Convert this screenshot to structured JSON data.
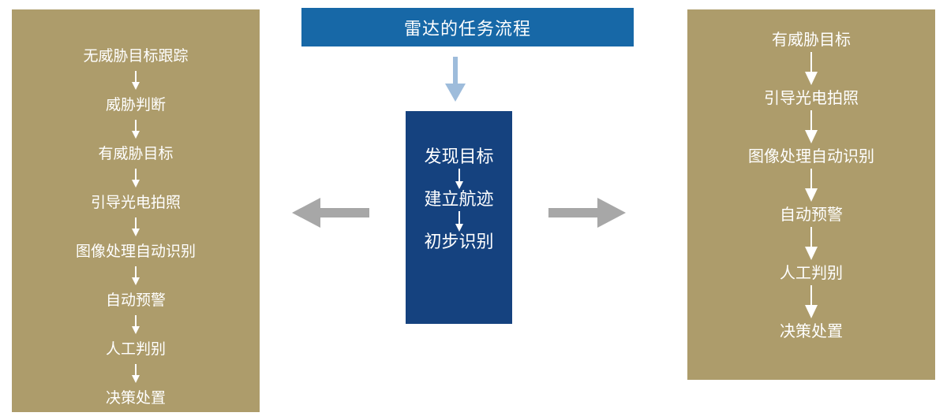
{
  "title": "雷达的任务流程",
  "center": {
    "steps": [
      "发现目标",
      "建立航迹",
      "初步识别"
    ]
  },
  "left_panel": {
    "steps": [
      "无威胁目标跟踪",
      "威胁判断",
      "有威胁目标",
      "引导光电拍照",
      "图像处理自动识别",
      "自动预警",
      "人工判别",
      "决策处置"
    ]
  },
  "right_panel": {
    "steps": [
      "有威胁目标",
      "引导光电拍照",
      "图像处理自动识别",
      "自动预警",
      "人工判别",
      "决策处置"
    ]
  },
  "colors": {
    "title_bg": "#1768a7",
    "center_bg": "#15427f",
    "panel_bg": "#ad9c6b",
    "down_arrow": "#9ebcdb",
    "side_arrow": "#a7a7a7"
  }
}
